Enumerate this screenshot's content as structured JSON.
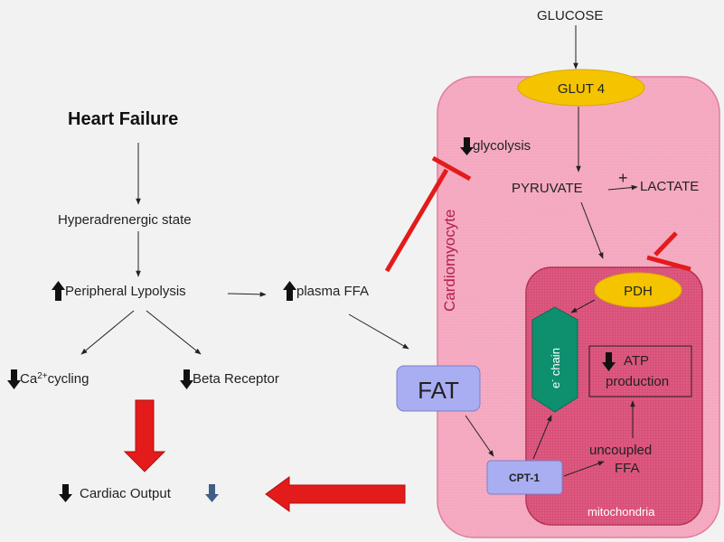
{
  "colors": {
    "cell_fill": "#f4a7bf",
    "cell_stroke": "#e07a9a",
    "mito_fill": "#d94f78",
    "mito_stroke": "#b03050",
    "glut_fill": "#f5c400",
    "fat_fill": "#a9aef2",
    "echain_fill": "#0e8f6e",
    "inhibit_red": "#e31b1b",
    "arrow_dark_blue": "#3f5f86"
  },
  "labels": {
    "heart_failure": "Heart Failure",
    "hyperadrenergic": "Hyperadrenergic state",
    "peripheral_lypolysis": "Peripheral Lypolysis",
    "plasma_ffa": "plasma FFA",
    "ca_cycling_pre": "Ca",
    "ca_cycling_sup": "2+",
    "ca_cycling_post": "cycling",
    "beta_receptor": "Beta Receptor",
    "cardiac_output": "Cardiac Output",
    "glucose": "GLUCOSE",
    "glut4": "GLUT 4",
    "glycolysis": "glycolysis",
    "pyruvate": "PYRUVATE",
    "plus": "+",
    "lactate": "LACTATE",
    "cardiomyocyte": "Cardiomyocyte",
    "pdh": "PDH",
    "echain_pre": "e",
    "echain_sup": "-",
    "echain_post": " chain",
    "atp_line1": "ATP",
    "atp_line2": "production",
    "fat": "FAT",
    "cpt1": "CPT-1",
    "uncoupled_line1": "uncoupled",
    "uncoupled_line2": "FFA",
    "mitochondria": "mitochondria"
  }
}
